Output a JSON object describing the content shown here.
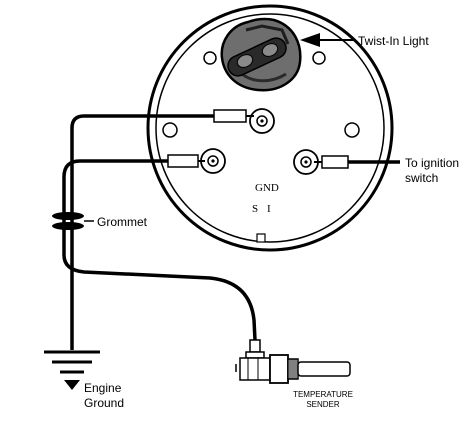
{
  "labels": {
    "twist_in_light": "Twist-In Light",
    "to_ignition_line1": "To ignition",
    "to_ignition_line2": "switch",
    "grommet": "Grommet",
    "engine_line1": "Engine",
    "engine_line2": "Ground",
    "gnd": "GND",
    "s": "S",
    "i": "I",
    "sender_line1": "TEMPERATURE",
    "sender_line2": "SENDER"
  },
  "colors": {
    "ink": "#000000",
    "bulb_fill": "#6e6e6e",
    "bulb_dark": "#2a2a2a"
  }
}
